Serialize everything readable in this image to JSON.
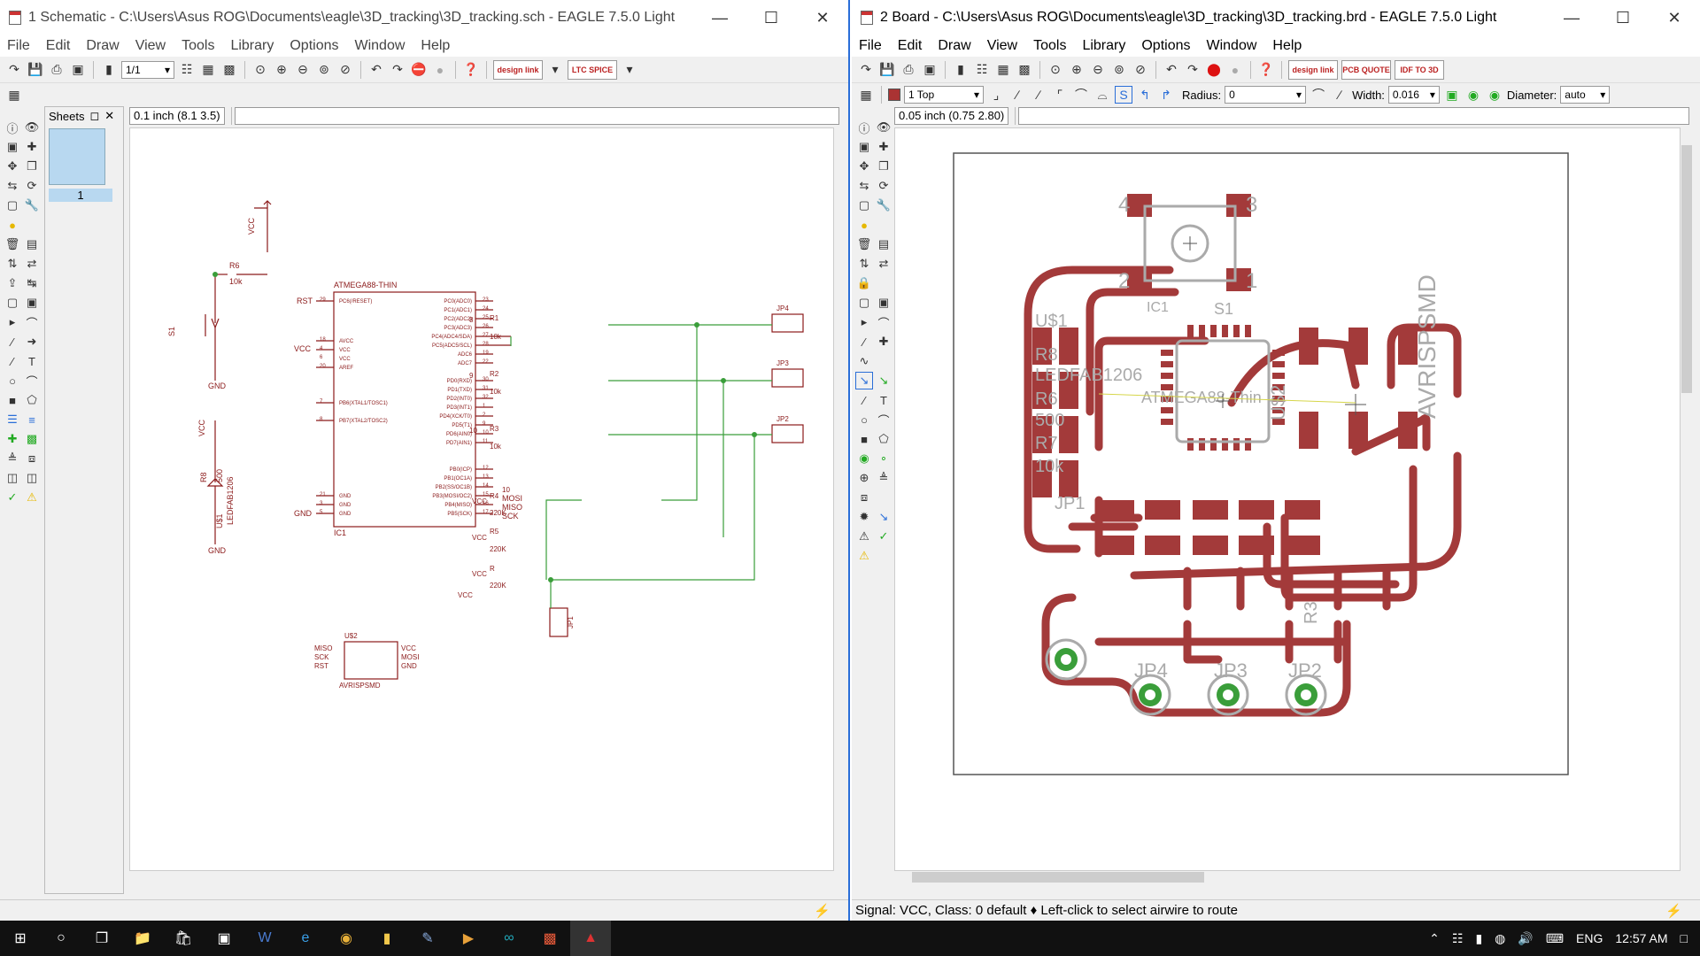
{
  "schematic_window": {
    "title": "1 Schematic - C:\\Users\\Asus ROG\\Documents\\eagle\\3D_tracking\\3D_tracking.sch - EAGLE 7.5.0 Light",
    "menu": [
      "File",
      "Edit",
      "Draw",
      "View",
      "Tools",
      "Library",
      "Options",
      "Window",
      "Help"
    ],
    "sheet_combo": "1/1",
    "sheets_panel_title": "Sheets",
    "sheet_number": "1",
    "coord": "0.1 inch (8.1 3.5)",
    "labels": {
      "vcc1": "VCC",
      "r6": "R6",
      "r6v": "10k",
      "s1": "S1",
      "gnd1": "GND",
      "vcc2": "VCC",
      "r8": "R8",
      "r8v": "500",
      "led": "LEDFAB1206",
      "u1": "U$1",
      "gnd2": "GND",
      "mcu": "ATMEGA88-THIN",
      "ic1": "IC1",
      "rst": "RST",
      "vccpin": "VCC",
      "gndpin": "GND",
      "pins_left": [
        "PC6(/RESET)",
        "AVCC",
        "VCC",
        "VCC",
        "AREF",
        "PB6(XTAL1/TOSC1)",
        "PB7(XTAL2/TOSC2)",
        "GND",
        "GND",
        "GND"
      ],
      "pins_left_nums": [
        "29",
        "18",
        "4",
        "6",
        "20",
        "7",
        "8",
        "21",
        "3",
        "5"
      ],
      "pins_right": [
        "PC0(ADC0)",
        "PC1(ADC1)",
        "PC2(ADC2)",
        "PC3(ADC3)",
        "PC4(ADC4/SDA)",
        "PC5(ADC5/SCL)",
        "ADC6",
        "ADC7",
        "PD0(RXD)",
        "PD1(TXD)",
        "PD2(INT0)",
        "PD3(INT1)",
        "PD4(XCK/T0)",
        "PD5(T1)",
        "PD6(AIN0)",
        "PD7(AIN1)",
        "PB0(ICP)",
        "PB1(OC1A)",
        "PB2(SS/OC1B)",
        "PB3(MOSI/OC2)",
        "PB4(MISO)",
        "PB5(SCK)"
      ],
      "pins_right_nums": [
        "23",
        "24",
        "25",
        "26",
        "27",
        "28",
        "19",
        "22",
        "30",
        "31",
        "32",
        "1",
        "2",
        "9",
        "10",
        "11",
        "12",
        "13",
        "14",
        "15",
        "16",
        "17"
      ],
      "mosi": "MOSI",
      "miso": "MISO",
      "sck": "SCK",
      "ten": "10",
      "r1": "R1",
      "r2": "R2",
      "r3": "R3",
      "r4": "R4",
      "r5": "R5",
      "r": "R",
      "v10k": "10k",
      "v220k": "220K",
      "n8": "8",
      "n9": "9",
      "n10": "10",
      "jp4": "JP4",
      "jp3": "JP3",
      "jp2": "JP2",
      "jp1": "JP1",
      "vcc3": "VCC",
      "vcc4": "VCC",
      "vcc5": "VCC",
      "vcc6": "VCC",
      "u2": "U$2",
      "avr": "AVRISPSMD",
      "isp_l": [
        "MISO",
        "SCK",
        "RST"
      ],
      "isp_r": [
        "VCC",
        "MOSI",
        "GND"
      ]
    }
  },
  "board_window": {
    "title": "2 Board - C:\\Users\\Asus ROG\\Documents\\eagle\\3D_tracking\\3D_tracking.brd - EAGLE 7.5.0 Light",
    "menu": [
      "File",
      "Edit",
      "Draw",
      "View",
      "Tools",
      "Library",
      "Options",
      "Window",
      "Help"
    ],
    "layer": "1 Top",
    "radius_label": "Radius:",
    "radius_value": "0",
    "width_label": "Width:",
    "width_value": "0.016",
    "diameter_label": "Diameter:",
    "diameter_value": "auto",
    "coord": "0.05 inch (0.75 2.80)",
    "status": "Signal: VCC, Class: 0 default  ♦ Left-click to select airwire to route",
    "silk": {
      "ic1": "IC1",
      "mcu": "ATMEGA88-Thin",
      "us1": "U$1",
      "r8": "R8",
      "led": "LEDFAB1206",
      "r6": "R6",
      "v500": "500",
      "r7": "R7",
      "v10k": "10k",
      "us2": "U$2",
      "avr": "AVRISPSMD",
      "jp1": "JP1",
      "jp2": "JP2",
      "jp3": "JP3",
      "jp4": "JP4",
      "r3": "R3",
      "s4": "4",
      "s3": "3",
      "s2": "2",
      "s1": "1",
      "s1lbl": "S1"
    }
  },
  "taskbar": {
    "lang": "ENG",
    "time": "12:57 AM"
  }
}
